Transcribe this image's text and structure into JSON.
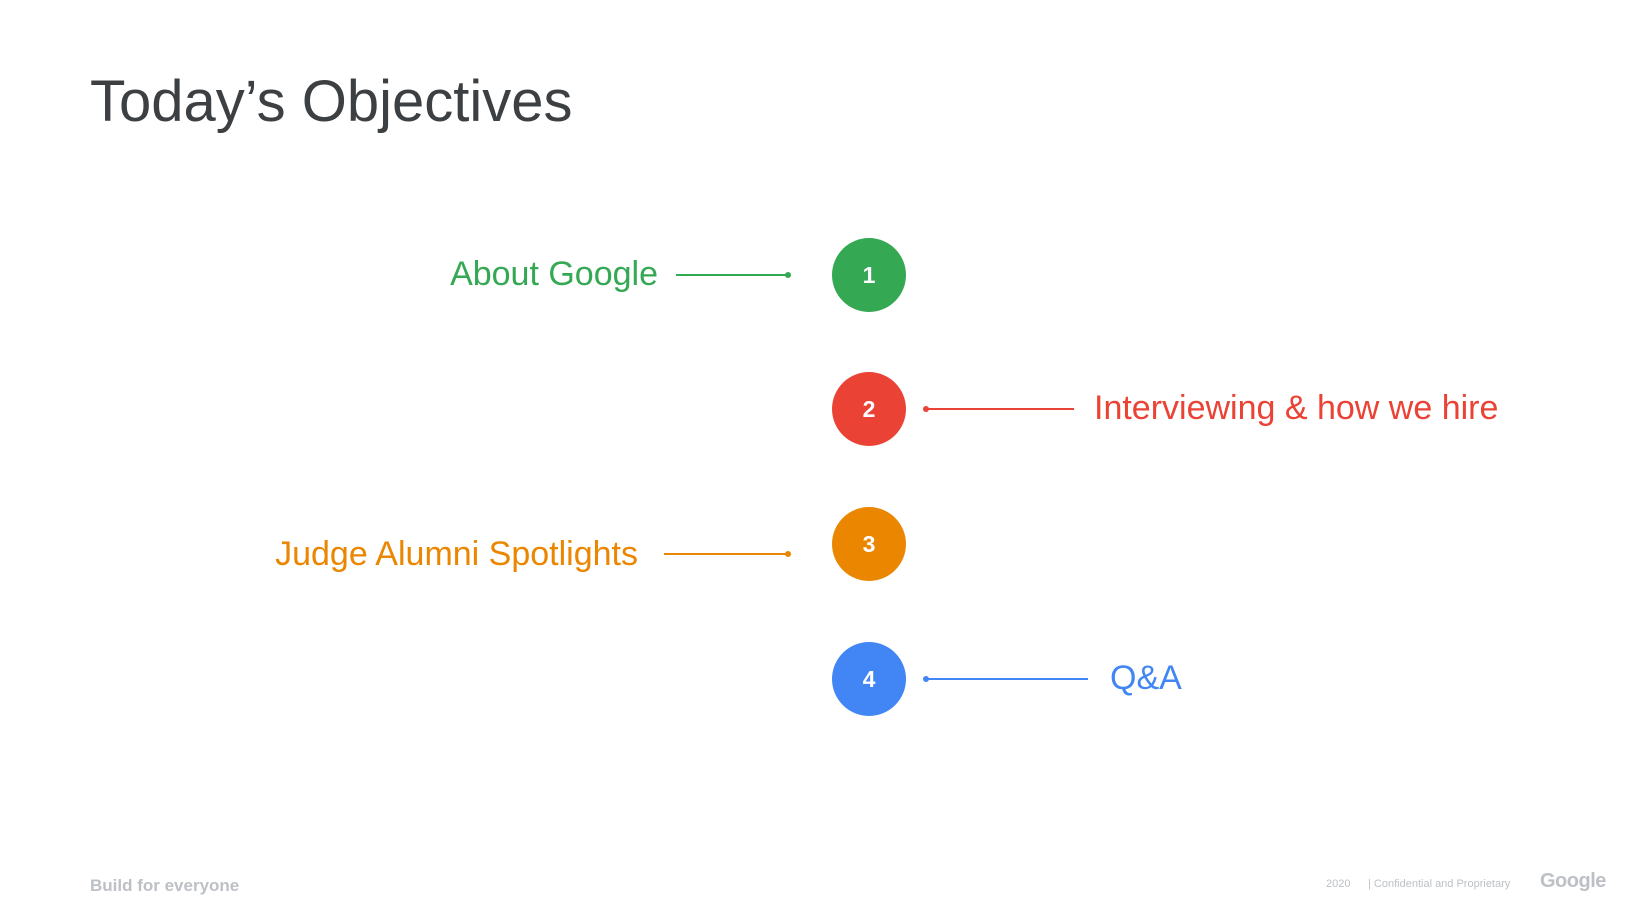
{
  "slide": {
    "title": "Today’s Objectives",
    "items": [
      {
        "number": "1",
        "label": "About Google",
        "color": "#34a853"
      },
      {
        "number": "2",
        "label": "Interviewing & how we hire",
        "color": "#ea4335"
      },
      {
        "number": "3",
        "label": "Judge Alumni Spotlights",
        "color": "#ea8600"
      },
      {
        "number": "4",
        "label": "Q&A",
        "color": "#4285f4"
      }
    ]
  },
  "footer": {
    "tagline": "Build for everyone",
    "year": "2020",
    "confidential": "| Confidential and Proprietary",
    "logo_text": "Google"
  },
  "colors": {
    "title": "#3c4043",
    "footer_gray": "#bdc1c6"
  }
}
